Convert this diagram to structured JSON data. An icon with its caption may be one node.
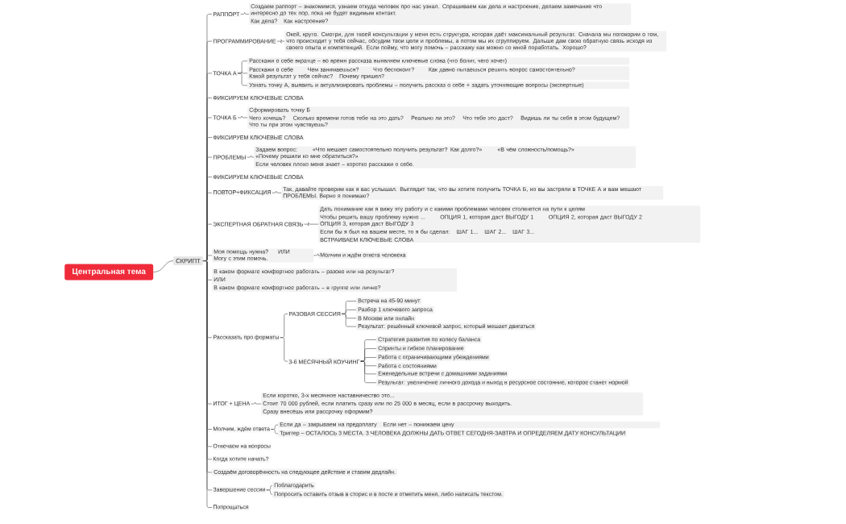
{
  "diagram": {
    "nodes": [
      {
        "text": [
          "Центральная тема"
        ]
      },
      {
        "text": [
          "СКРИПТ"
        ]
      },
      {
        "text": [
          "РАППОРТ"
        ]
      },
      {
        "text": [
          "Создаем раппорт – знакомимся, узнаем откуда человек про нас узнал. Спрашиваем как дела и настроение, делаем замечание что интересно до тех пор, пока не будет видимым контакт.",
          "Как дела?",
          "Как настроение?"
        ]
      },
      {
        "text": [
          "ПРОГРАММИРОВАНИЕ"
        ]
      },
      {
        "text": [
          "Окей, круто. Смотри, для твоей консультации у меня есть структура, которая даёт максимальный результат. Сначала мы поговорим о том, что происходит у тебя сейчас, обсудим твои цели и проблемы, а потом мы их сгруппируем. Дальше дам свою обратную связь исходя из своего опыта и компетенций. Если пойму, что могу помочь – расскажу как можно со мной поработать. Хорошо?"
        ]
      },
      {
        "text": [
          "ТОЧКА А"
        ]
      },
      {
        "text": [
          "Расскажи о себе вкратце – во время рассказа выявляем ключевые слова (что болит, чего хочет)"
        ]
      },
      {
        "text": [
          "Расскажи о себе",
          "Чем занимаешься?",
          "Что беспокоит?",
          "Как давно пытаешься решить вопрос самостоятельно?",
          "Какой результат у тебя сейчас?",
          "Почему пришел?"
        ]
      },
      {
        "text": [
          "Узнать точку А, выявить и актуализировать проблемы – получить рассказ о себе + задать уточняющие вопросы (экспертные)"
        ]
      },
      {
        "text": [
          "ФИКСИРУЕМ КЛЮЧЕВЫЕ СЛОВА"
        ]
      },
      {
        "text": [
          "ТОЧКА Б"
        ]
      },
      {
        "text": [
          "Сформировать точку Б",
          "Чего хочешь?",
          "Сколько времени готов тебе на это дать?",
          "Реально ли это?",
          "Что тебе это даст?",
          "Видишь ли ты себя в этом будущем?",
          "Что ты при этом чувствуешь?"
        ]
      },
      {
        "text": [
          "ФИКСИРУЕМ КЛЮЧЕВЫЕ СЛОВА"
        ]
      },
      {
        "text": [
          "ПРОБЛЕМЫ"
        ]
      },
      {
        "text": [
          "Задаем вопрос:",
          "«Что мешает самостоятельно получить результат? Как долго?»",
          "«В чём сложность/помощь?»",
          "«Почему решили ко мне обратиться?»",
          "Если человек плохо меня знает – коротко расскажи о себе."
        ]
      },
      {
        "text": [
          "ФИКСИРУЕМ КЛЮЧЕВЫЕ СЛОВА"
        ]
      },
      {
        "text": [
          "ПОВТОР+ФИКСАЦИЯ"
        ]
      },
      {
        "text": [
          "Так, давайте проверим как я вас услышал. Выглядит так, что вы хотите получить ТОЧКА Б, но вы застряли в ТОЧКЕ А и вам мешают ПРОБЛЕМЫ. Верно я понимаю?"
        ]
      },
      {
        "text": [
          "ЭКСПЕРТНАЯ ОБРАТНАЯ СВЯЗЬ"
        ]
      },
      {
        "text": [
          "Дать понимание как я вижу эту работу и с какими проблемами человек столкнется на пути к целям",
          "Чтобы решить вашу проблему нужно ...",
          "ОПЦИЯ 1, которая даст ВЫГОДУ 1",
          "ОПЦИЯ 2, которая даст ВЫГОДУ 2",
          "ОПЦИЯ 3, которая даст ВЫГОДУ 3",
          "Если бы я был на вашем месте, то я бы сделал:",
          "ШАГ 1...",
          "ШАГ 2...",
          "ШАГ 3...",
          "ВСТРАИВАЕМ КЛЮЧЕВЫЕ СЛОВА"
        ]
      },
      {
        "text": [
          "Моя помощь нужна?",
          "ИЛИ",
          "Могу с этим помочь."
        ]
      },
      {
        "text": [
          "Молчим и ждём ответа человека"
        ]
      },
      {
        "text": [
          "В каком формате комфортнее работать – разово или на результат?",
          "ИЛИ",
          "В каком формате комфортнее работать – в группе или лично?"
        ]
      },
      {
        "text": [
          "Рассказать про форматы"
        ]
      },
      {
        "text": [
          "РАЗОВАЯ СЕССИЯ"
        ]
      },
      {
        "text": [
          "Встреча на 45-90 минут"
        ]
      },
      {
        "text": [
          "Разбор 1 ключевого запроса"
        ]
      },
      {
        "text": [
          "В Москве или онлайн"
        ]
      },
      {
        "text": [
          "Результат: решённый ключевой запрос, который мешает двигаться"
        ]
      },
      {
        "text": [
          "3-6 МЕСЯЧНЫЙ КОУЧИНГ"
        ]
      },
      {
        "text": [
          "Стратегия развития по колесу баланса"
        ]
      },
      {
        "text": [
          "Спринты и гибкое планирование"
        ]
      },
      {
        "text": [
          "Работа с ограничивающими убеждениями"
        ]
      },
      {
        "text": [
          "Работа с состояниями"
        ]
      },
      {
        "text": [
          "Еженедельные встречи с домашними заданиями"
        ]
      },
      {
        "text": [
          "Результат: увеличение личного дохода и выход в ресурсное состояние, которое станет нормой"
        ]
      },
      {
        "text": [
          "ИТОГ + ЦЕНА"
        ]
      },
      {
        "text": [
          "Если коротко, 3-х месячное наставничество это...",
          "Стоит 70 000 рублей, если платить сразу или по 25 000 в месяц, если в рассрочку выходить.",
          "Сразу внесёшь или рассрочку оформим?"
        ]
      },
      {
        "text": [
          "Молчим, ждём ответа"
        ]
      },
      {
        "text": [
          "Если да – закрываем на предоплату",
          "Если нет – понижаем цену"
        ]
      },
      {
        "text": [
          "Триггер – ОСТАЛОСЬ 3 МЕСТА. 3 ЧЕЛОВЕКА ДОЛЖНЫ ДАТЬ ОТВЕТ СЕГОДНЯ-ЗАВТРА И ОПРЕДЕЛЯЕМ ДАТУ КОНСУЛЬТАЦИИ"
        ]
      },
      {
        "text": [
          "Отвечаем на вопросы"
        ]
      },
      {
        "text": [
          "Когда хотите начать?"
        ]
      },
      {
        "text": [
          "Создаём договорённость на следующее действие и ставим дедлайн."
        ]
      },
      {
        "text": [
          "Завершение сессии"
        ]
      },
      {
        "text": [
          "Поблагодарить"
        ]
      },
      {
        "text": [
          "Попросить оставить отзыв в сторис и в посте и отметить меня, либо написать текстом."
        ]
      },
      {
        "text": [
          "Попрощаться"
        ]
      }
    ],
    "edges": [
      {
        "from": 0,
        "to": 1,
        "arrow": "none"
      },
      {
        "from": 1,
        "to": 2,
        "arrow": "none"
      },
      {
        "from": 2,
        "to": 3,
        "arrow": "none"
      },
      {
        "from": 1,
        "to": 4,
        "arrow": "none"
      },
      {
        "from": 4,
        "to": 5,
        "arrow": "none"
      },
      {
        "from": 1,
        "to": 6,
        "arrow": "none"
      },
      {
        "from": 6,
        "to": 7,
        "arrow": "none"
      },
      {
        "from": 6,
        "to": 8,
        "arrow": "none"
      },
      {
        "from": 6,
        "to": 9,
        "arrow": "none"
      },
      {
        "from": 1,
        "to": 10,
        "arrow": "none"
      },
      {
        "from": 1,
        "to": 11,
        "arrow": "none"
      },
      {
        "from": 11,
        "to": 12,
        "arrow": "none"
      },
      {
        "from": 1,
        "to": 13,
        "arrow": "none"
      },
      {
        "from": 1,
        "to": 14,
        "arrow": "none"
      },
      {
        "from": 14,
        "to": 15,
        "arrow": "none"
      },
      {
        "from": 1,
        "to": 16,
        "arrow": "none"
      },
      {
        "from": 1,
        "to": 17,
        "arrow": "none"
      },
      {
        "from": 17,
        "to": 18,
        "arrow": "none"
      },
      {
        "from": 1,
        "to": 19,
        "arrow": "none"
      },
      {
        "from": 19,
        "to": 20,
        "arrow": "none"
      },
      {
        "from": 1,
        "to": 21,
        "arrow": "none"
      },
      {
        "from": 21,
        "to": 22,
        "arrow": "none"
      },
      {
        "from": 1,
        "to": 23,
        "arrow": "none"
      },
      {
        "from": 1,
        "to": 24,
        "arrow": "none"
      },
      {
        "from": 24,
        "to": 25,
        "arrow": "none"
      },
      {
        "from": 25,
        "to": 26,
        "arrow": "none"
      },
      {
        "from": 25,
        "to": 27,
        "arrow": "none"
      },
      {
        "from": 25,
        "to": 28,
        "arrow": "none"
      },
      {
        "from": 25,
        "to": 29,
        "arrow": "none"
      },
      {
        "from": 24,
        "to": 30,
        "arrow": "none"
      },
      {
        "from": 30,
        "to": 31,
        "arrow": "none"
      },
      {
        "from": 30,
        "to": 32,
        "arrow": "none"
      },
      {
        "from": 30,
        "to": 33,
        "arrow": "none"
      },
      {
        "from": 30,
        "to": 34,
        "arrow": "none"
      },
      {
        "from": 30,
        "to": 35,
        "arrow": "none"
      },
      {
        "from": 30,
        "to": 36,
        "arrow": "none"
      },
      {
        "from": 1,
        "to": 37,
        "arrow": "none"
      },
      {
        "from": 37,
        "to": 38,
        "arrow": "none"
      },
      {
        "from": 1,
        "to": 39,
        "arrow": "none"
      },
      {
        "from": 39,
        "to": 40,
        "arrow": "none"
      },
      {
        "from": 39,
        "to": 41,
        "arrow": "none"
      },
      {
        "from": 1,
        "to": 42,
        "arrow": "none"
      },
      {
        "from": 1,
        "to": 43,
        "arrow": "none"
      },
      {
        "from": 1,
        "to": 44,
        "arrow": "none"
      },
      {
        "from": 1,
        "to": 45,
        "arrow": "none"
      },
      {
        "from": 45,
        "to": 46,
        "arrow": "none"
      },
      {
        "from": 45,
        "to": 47,
        "arrow": "none"
      },
      {
        "from": 1,
        "to": 48,
        "arrow": "none"
      }
    ]
  }
}
